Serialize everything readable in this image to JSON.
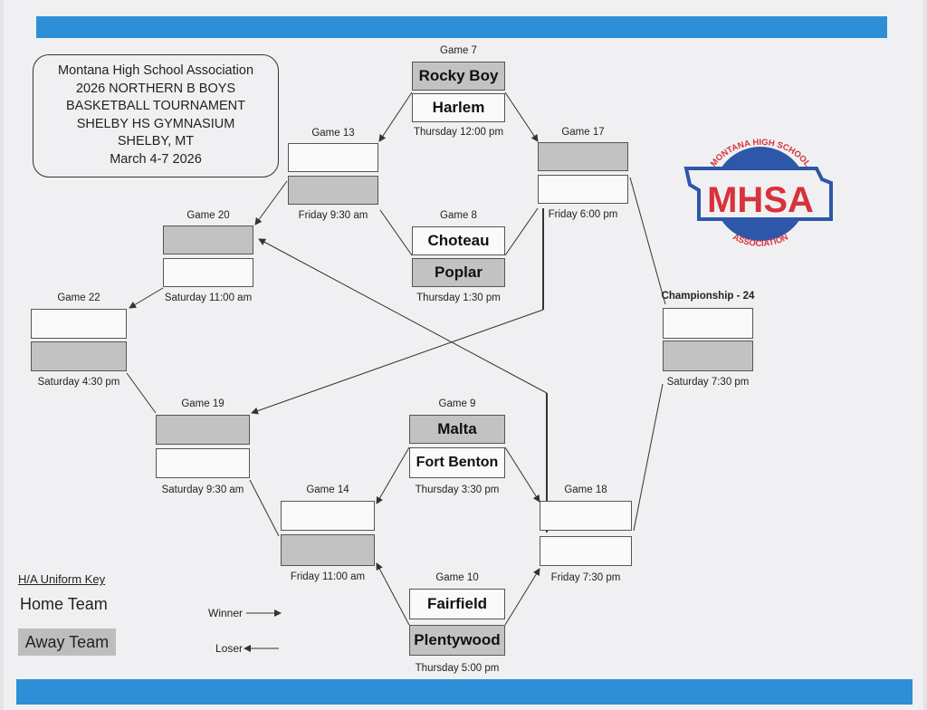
{
  "header": {
    "lines": [
      "Montana High School Association",
      "2026 NORTHERN B BOYS",
      "BASKETBALL TOURNAMENT",
      "SHELBY HS GYMNASIUM",
      "SHELBY, MT",
      "March 4-7 2026"
    ]
  },
  "games": {
    "g7": {
      "label": "Game 7",
      "top": "Rocky Boy",
      "bottom": "Harlem",
      "time": "Thursday 12:00 pm"
    },
    "g8": {
      "label": "Game 8",
      "top": "Choteau",
      "bottom": "Poplar",
      "time": "Thursday 1:30 pm"
    },
    "g9": {
      "label": "Game 9",
      "top": "Malta",
      "bottom": "Fort Benton",
      "time": "Thursday 3:30 pm"
    },
    "g10": {
      "label": "Game 10",
      "top": "Fairfield",
      "bottom": "Plentywood",
      "time": "Thursday 5:00 pm"
    },
    "g13": {
      "label": "Game 13",
      "time": "Friday  9:30 am"
    },
    "g14": {
      "label": "Game 14",
      "time": "Friday 11:00 am"
    },
    "g17": {
      "label": "Game 17",
      "time": "Friday 6:00 pm"
    },
    "g18": {
      "label": "Game 18",
      "time": "Friday 7:30 pm"
    },
    "g19": {
      "label": "Game 19",
      "time": "Saturday 9:30 am"
    },
    "g20": {
      "label": "Game 20",
      "time": "Saturday 11:00 am"
    },
    "g22": {
      "label": "Game 22",
      "time": "Saturday 4:30 pm"
    },
    "g24": {
      "label": "Championship - 24",
      "time": "Saturday 7:30 pm"
    }
  },
  "key": {
    "title": "H/A Uniform Key",
    "home": "Home Team",
    "away": "Away Team",
    "winner": "Winner",
    "loser": "Loser"
  },
  "logo": {
    "top_text": "MONTANA HIGH SCHOOL",
    "main_text": "MHSA",
    "bottom_text": "ASSOCIATION",
    "colors": {
      "red": "#d8323c",
      "blue": "#2d57a8"
    }
  },
  "colors": {
    "stripe": "#2f8fd6",
    "away_fill": "#c2c2c2",
    "home_fill": "#fafafa"
  }
}
